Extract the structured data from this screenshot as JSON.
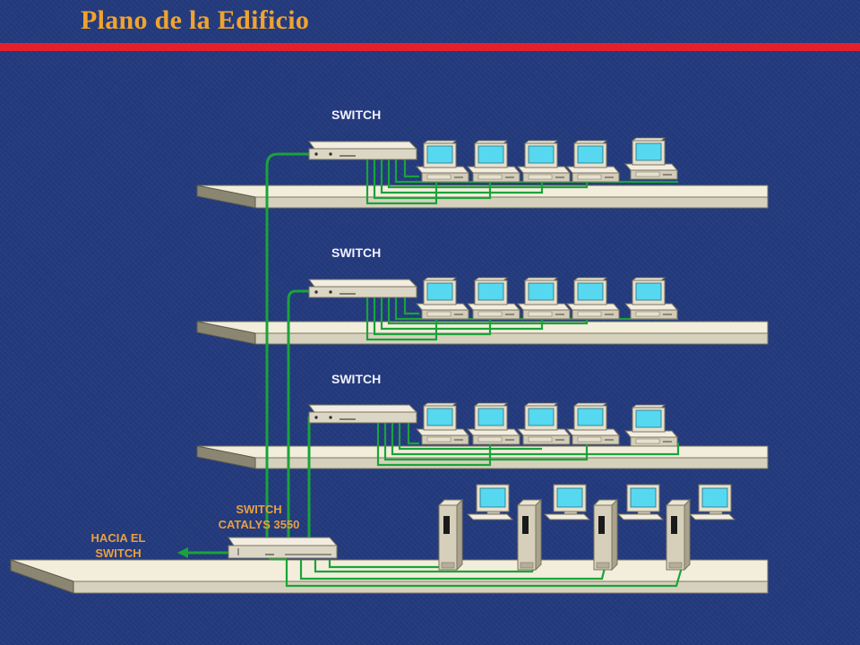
{
  "title": "Plano de la Edificio",
  "labels": {
    "switch_floor3": "SWITCH",
    "switch_floor2": "SWITCH",
    "switch_floor1": "SWITCH",
    "core_switch_line1": "SWITCH",
    "core_switch_line2": "CATALYS 3550",
    "uplink_line1": "HACIA EL",
    "uplink_line2": "SWITCH"
  },
  "colors": {
    "title": "#f0a32e",
    "bar": "#e4202c",
    "cable": "#1aa33a",
    "uplink_label": "#e8a040"
  }
}
